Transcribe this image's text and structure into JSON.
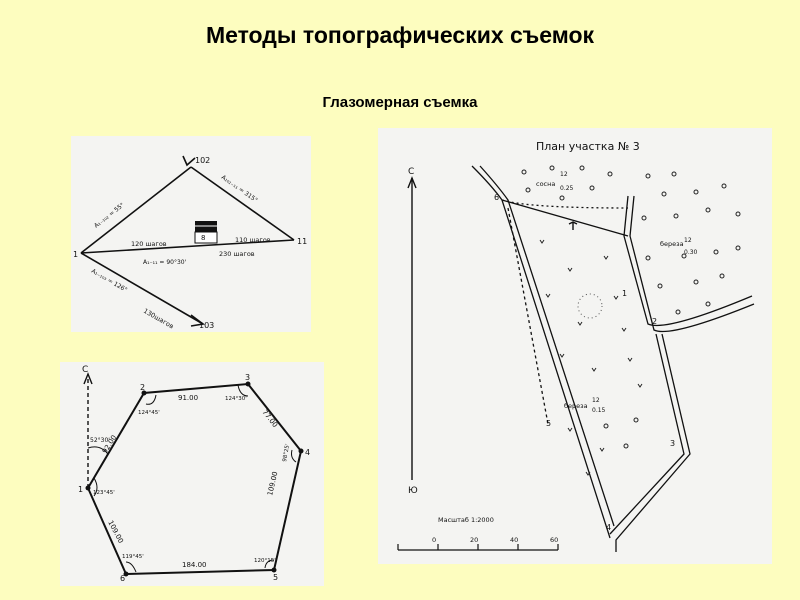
{
  "page": {
    "title": "Методы топографических съемок",
    "subtitle": "Глазомерная съемка"
  },
  "colors": {
    "background": "#fdfdbf",
    "panel": "#f4f4f2",
    "ink": "#111111"
  },
  "figure_triangle": {
    "points": [
      "102",
      "103",
      "11",
      "1"
    ],
    "labels": [
      "120 шагов",
      "110 шагов",
      "230 шагов",
      "130шагов"
    ],
    "azimuths": [
      "A₁₋₁₀₂ = 55°",
      "A₁₀₂₋₁₁ = 315°",
      "A₁₋₁₁ = 90°30'",
      "A₁₋₁₀₃ = 126°"
    ],
    "building_label": "8"
  },
  "figure_polygon": {
    "north": "С",
    "vertices": [
      "1",
      "2",
      "3",
      "4",
      "5",
      "6"
    ],
    "distances": [
      "91.00",
      "77.00",
      "109.00",
      "184.00",
      "109.00",
      "92.00"
    ],
    "angles": [
      "123°45'",
      "124°45'",
      "124°30'",
      "98°25'",
      "120°15'",
      "119°45'"
    ],
    "azimuth": "52°30'"
  },
  "figure_plan": {
    "title": "План участка № 3",
    "north": "С",
    "south": "Ю",
    "point_labels": [
      "1",
      "2",
      "3",
      "4",
      "5",
      "6"
    ],
    "tree_labels": [
      "сосна",
      "береза",
      "береза"
    ],
    "tree_numbers": [
      "12",
      "0.25",
      "12",
      "0.30",
      "12",
      "0.15"
    ],
    "scale_label": "Масштаб 1:2000",
    "scale_ticks": [
      "0",
      "20",
      "40",
      "60"
    ]
  }
}
